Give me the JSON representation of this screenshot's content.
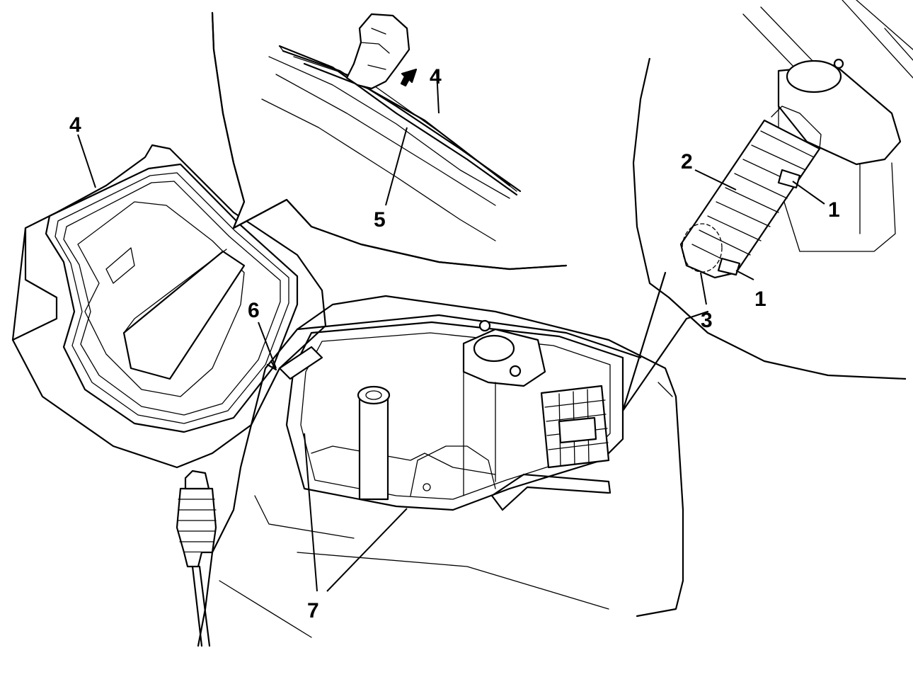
{
  "callouts": {
    "c1a": "1",
    "c1b": "1",
    "c2": "2",
    "c3": "3",
    "c4_seal": "4",
    "c4_lid": "4",
    "c5": "5",
    "c6": "6",
    "c7": "7"
  },
  "colors": {
    "line": "#000000",
    "background": "#ffffff"
  },
  "icons": [
    "hand-icon",
    "arrow-up-icon"
  ]
}
